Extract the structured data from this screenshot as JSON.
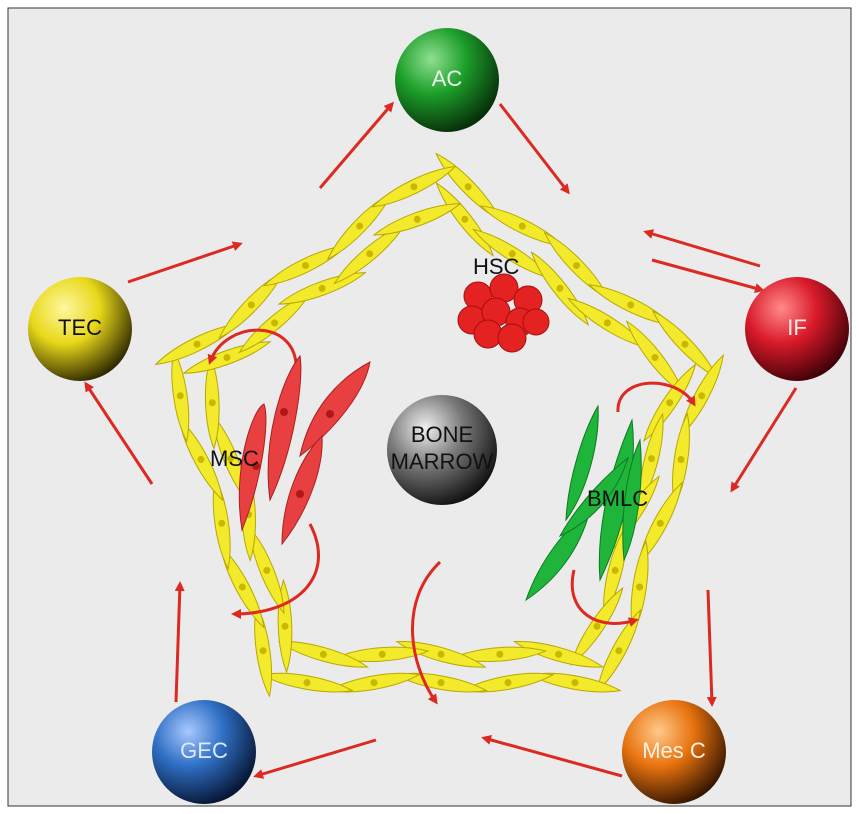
{
  "spheres": {
    "ac": {
      "label": "AC",
      "color": "#1c9e2a",
      "text_color": "#e8f5e8"
    },
    "if": {
      "label": "IF",
      "color": "#d91a2a",
      "text_color": "#ffe6e6"
    },
    "tec": {
      "label": "TEC",
      "color": "#e8d81a",
      "text_color": "#111111"
    },
    "gec": {
      "label": "GEC",
      "color": "#2f6fc4",
      "text_color": "#dfe9ff"
    },
    "mesc": {
      "label": "Mes C",
      "color": "#e8730f",
      "text_color": "#fff0e0"
    },
    "bone": {
      "label_line1": "BONE",
      "label_line2": "MARROW",
      "color": "#555555",
      "text_color": "#111111"
    }
  },
  "cells": {
    "hsc": {
      "label": "HSC",
      "color": "#e52222"
    },
    "msc": {
      "label": "MSC",
      "color": "#e84040"
    },
    "bmlc": {
      "label": "BMLC",
      "color": "#1fb53a"
    }
  },
  "colors": {
    "background": "#ebebeb",
    "ring_cell": "#f2ea2a",
    "arrow": "#dc2a22"
  }
}
